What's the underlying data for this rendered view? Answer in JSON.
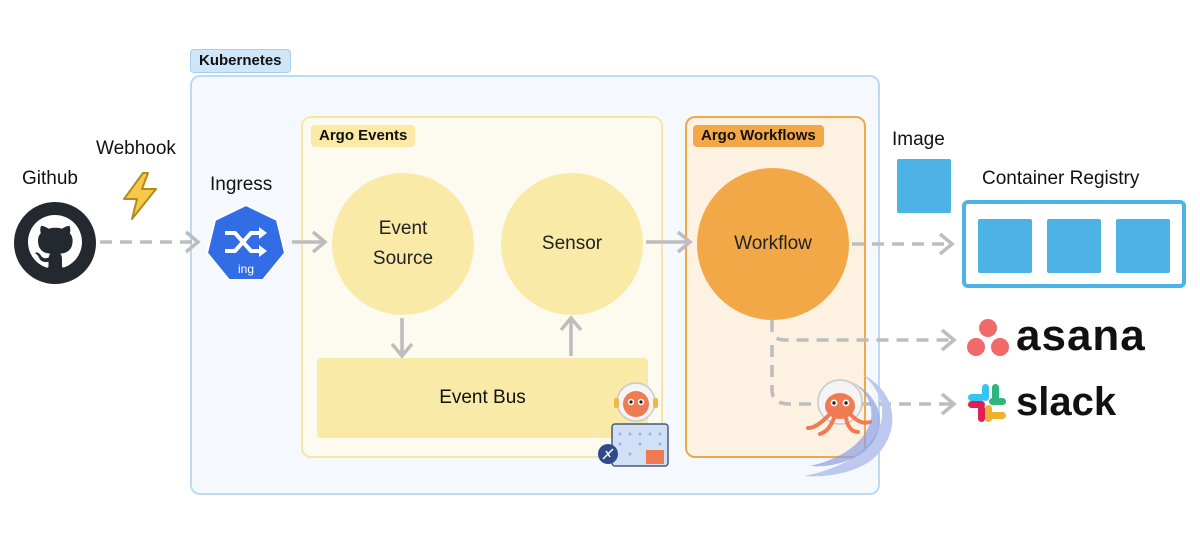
{
  "nodes": {
    "github": "Github",
    "webhook": "Webhook",
    "ingress": "Ingress",
    "ingress_badge": "ing",
    "event_source_line1": "Event",
    "event_source_line2": "Source",
    "sensor": "Sensor",
    "event_bus": "Event Bus",
    "workflow": "Workflow",
    "image": "Image",
    "container_registry": "Container Registry",
    "asana": "asana",
    "slack": "slack"
  },
  "groups": {
    "kubernetes": "Kubernetes",
    "argo_events": "Argo Events",
    "argo_workflows": "Argo Workflows"
  },
  "colors": {
    "kubernetes_fill": "#f5f9fd",
    "kubernetes_border": "#bcdaf3",
    "kubernetes_tag": "#cfe5f8",
    "argo_events_fill": "#fdfbf0",
    "argo_events_border": "#f6e6a6",
    "argo_events_tag": "#fbeaa6",
    "argo_workflows_fill": "#fdf1e2",
    "argo_workflows_border": "#f0a848",
    "argo_workflows_tag": "#f3a848",
    "event_circle": "#faeaa7",
    "event_bus": "#faeaa7",
    "workflow_circle": "#f3a848",
    "registry_blue": "#4db3e6",
    "arrow_gray": "#bdbdbd",
    "ingress_blue": "#326de6"
  },
  "icons": [
    "github-icon",
    "lightning-icon",
    "ingress-icon",
    "argo-events-mascot-icon",
    "argo-workflows-mascot-icon",
    "asana-icon",
    "slack-icon",
    "image-icon"
  ]
}
